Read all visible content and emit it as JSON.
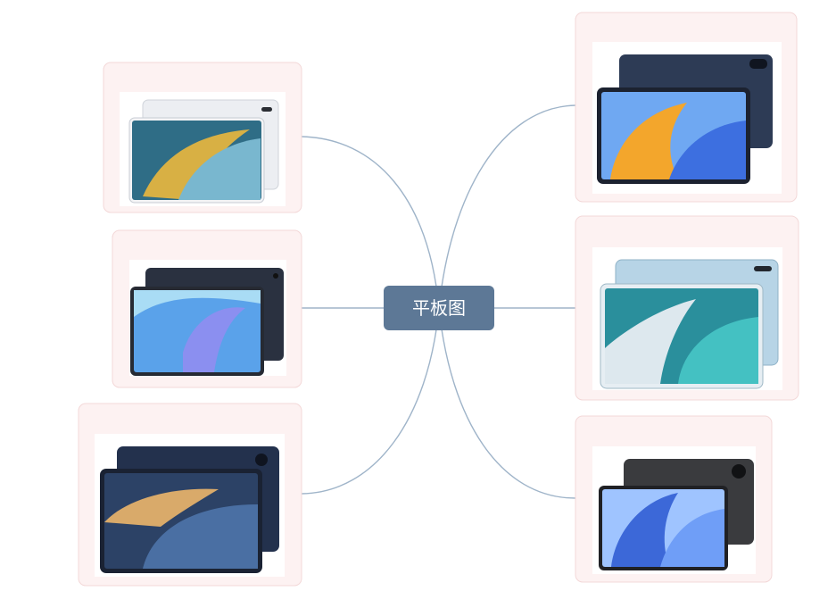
{
  "center": {
    "label": "平板图"
  },
  "colors": {
    "center_fill": "#5d7896",
    "line": "#9fb4c9",
    "card_fill": "#fdf2f2",
    "card_border": "#f3d8d8"
  },
  "nodes": [
    {
      "name": "tablet-white-wallpaper",
      "side": "left",
      "style": "white",
      "bezel": "#e8eaef",
      "screen": [
        "#1e4d66",
        "#5fa6c3",
        "#d9b34a"
      ]
    },
    {
      "name": "tablet-navy-wallpaper",
      "side": "left",
      "style": "navy",
      "bezel": "#2a3140",
      "screen": [
        "#3b7be8",
        "#8fd3f7",
        "#c9c7ff"
      ]
    },
    {
      "name": "tablet-darkblue-wallpaper",
      "side": "left",
      "style": "darkblue",
      "bezel": "#1e2a40",
      "screen": [
        "#d4a86a",
        "#3f5f8c",
        "#1d2b47"
      ]
    },
    {
      "name": "tablet-blue-orange-wallpaper",
      "side": "right",
      "style": "blue",
      "bezel": "#2b3a52",
      "screen": [
        "#f3a62c",
        "#4f84e8",
        "#88c4ff"
      ]
    },
    {
      "name": "tablet-lightblue-wallpaper",
      "side": "right",
      "style": "lightblue",
      "bezel": "#a9c9dc",
      "screen": [
        "#1f5f6d",
        "#3fb6b8",
        "#d9e4ea"
      ]
    },
    {
      "name": "tablet-black-wallpaper",
      "side": "right",
      "style": "black",
      "bezel": "#3a3b3e",
      "screen": [
        "#3c68d8",
        "#7fb3ff",
        "#b8d8ff"
      ]
    }
  ]
}
